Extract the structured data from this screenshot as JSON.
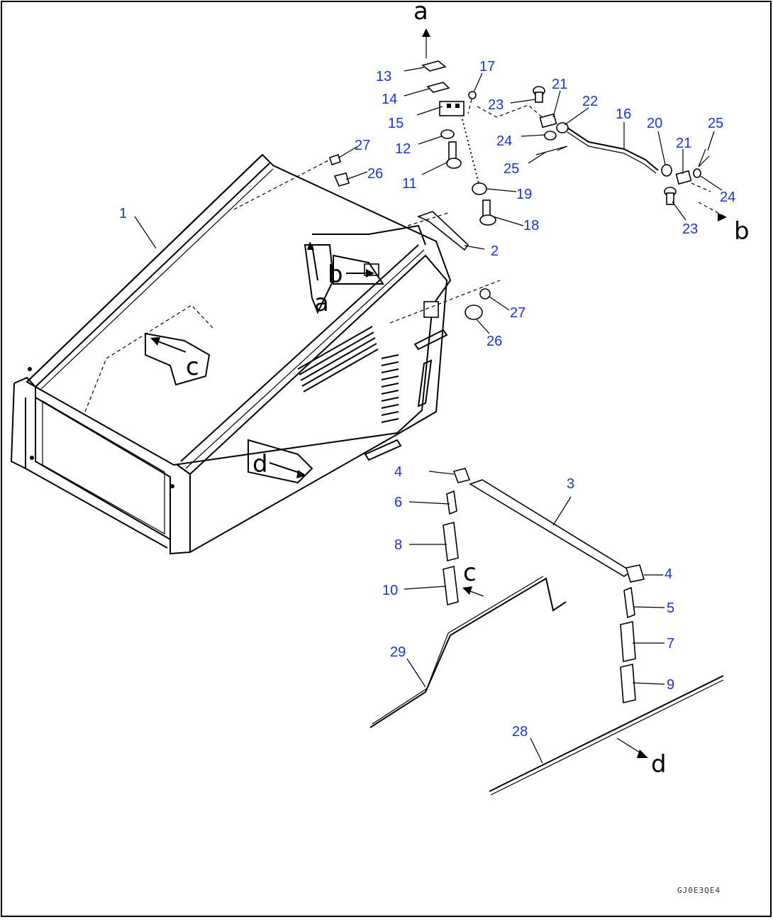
{
  "drawing_code": "GJ0E3QE4",
  "reference_letters": {
    "a_top": "a",
    "a_hood": "a",
    "b_top": "b",
    "b_hood": "b",
    "c_hood": "c",
    "c_strip": "c",
    "d_hood": "d",
    "d_strip": "d"
  },
  "callouts": [
    {
      "id": "1",
      "label": "1"
    },
    {
      "id": "2",
      "label": "2"
    },
    {
      "id": "3",
      "label": "3"
    },
    {
      "id": "4a",
      "label": "4"
    },
    {
      "id": "4b",
      "label": "4"
    },
    {
      "id": "5",
      "label": "5"
    },
    {
      "id": "6",
      "label": "6"
    },
    {
      "id": "7",
      "label": "7"
    },
    {
      "id": "8",
      "label": "8"
    },
    {
      "id": "9",
      "label": "9"
    },
    {
      "id": "10",
      "label": "10"
    },
    {
      "id": "11",
      "label": "11"
    },
    {
      "id": "12",
      "label": "12"
    },
    {
      "id": "13",
      "label": "13"
    },
    {
      "id": "14",
      "label": "14"
    },
    {
      "id": "15",
      "label": "15"
    },
    {
      "id": "16",
      "label": "16"
    },
    {
      "id": "17",
      "label": "17"
    },
    {
      "id": "18",
      "label": "18"
    },
    {
      "id": "19",
      "label": "19"
    },
    {
      "id": "20",
      "label": "20"
    },
    {
      "id": "21a",
      "label": "21"
    },
    {
      "id": "21b",
      "label": "21"
    },
    {
      "id": "22",
      "label": "22"
    },
    {
      "id": "23a",
      "label": "23"
    },
    {
      "id": "23b",
      "label": "23"
    },
    {
      "id": "24a",
      "label": "24"
    },
    {
      "id": "24b",
      "label": "24"
    },
    {
      "id": "25a",
      "label": "25"
    },
    {
      "id": "25b",
      "label": "25"
    },
    {
      "id": "26a",
      "label": "26"
    },
    {
      "id": "26b",
      "label": "26"
    },
    {
      "id": "27a",
      "label": "27"
    },
    {
      "id": "27b",
      "label": "27"
    },
    {
      "id": "28",
      "label": "28"
    },
    {
      "id": "29",
      "label": "29"
    }
  ]
}
